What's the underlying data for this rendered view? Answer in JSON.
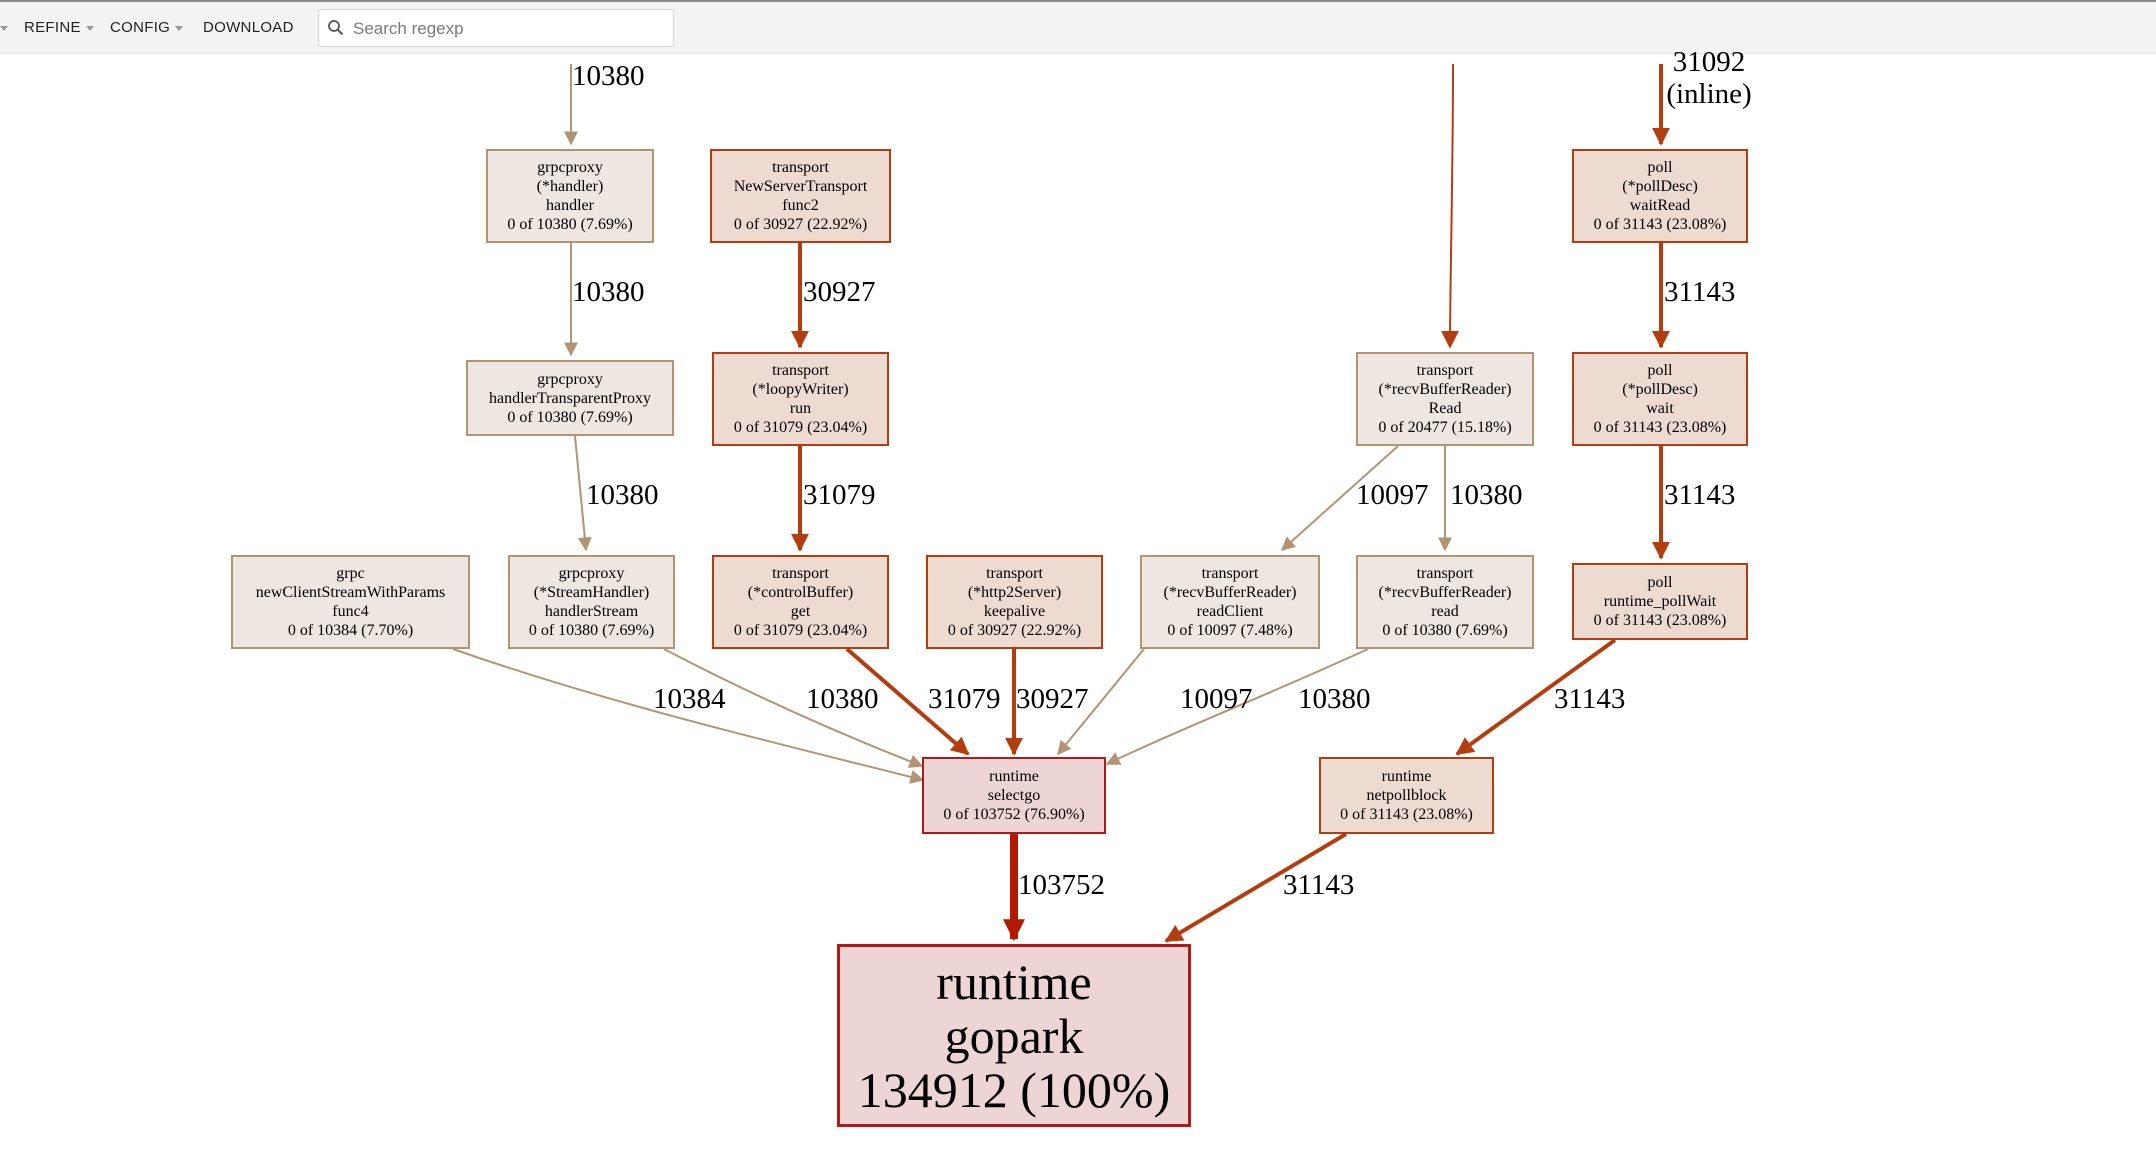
{
  "toolbar": {
    "refine_label": "REFINE",
    "config_label": "CONFIG",
    "download_label": "DOWNLOAD",
    "search_placeholder": "Search regexp"
  },
  "colors": {
    "tan_edge": "#b29472",
    "orange_edge": "#b43d10",
    "red_edge": "#b21a00",
    "light_node_fill": "#ede6e1",
    "light_node_border": "#b29472",
    "orange_node_fill": "#eddad1",
    "orange_node_border": "#b43d10",
    "root_node_fill": "#edd5d5",
    "root_node_border": "#b21a1a"
  },
  "nodes": [
    {
      "id": "grpcproxy_handler",
      "lines": [
        "grpcproxy",
        "(*handler)",
        "handler",
        "0 of 10380 (7.69%)"
      ],
      "tone": "light"
    },
    {
      "id": "transport_newservertransport_func2",
      "lines": [
        "transport",
        "NewServerTransport",
        "func2",
        "0 of 30927 (22.92%)"
      ],
      "tone": "orange"
    },
    {
      "id": "poll_waitread",
      "lines": [
        "poll",
        "(*pollDesc)",
        "waitRead",
        "0 of 31143 (23.08%)"
      ],
      "tone": "orange"
    },
    {
      "id": "grpcproxy_handlertransparentproxy",
      "lines": [
        "grpcproxy",
        "handlerTransparentProxy",
        "0 of 10380 (7.69%)"
      ],
      "tone": "light"
    },
    {
      "id": "transport_loopywriter_run",
      "lines": [
        "transport",
        "(*loopyWriter)",
        "run",
        "0 of 31079 (23.04%)"
      ],
      "tone": "orange"
    },
    {
      "id": "transport_recvbufferreader_read_upper",
      "lines": [
        "transport",
        "(*recvBufferReader)",
        "Read",
        "0 of 20477 (15.18%)"
      ],
      "tone": "light"
    },
    {
      "id": "poll_wait",
      "lines": [
        "poll",
        "(*pollDesc)",
        "wait",
        "0 of 31143 (23.08%)"
      ],
      "tone": "orange"
    },
    {
      "id": "grpc_newclientstreamwithparams_func4",
      "lines": [
        "grpc",
        "newClientStreamWithParams",
        "func4",
        "0 of 10384 (7.70%)"
      ],
      "tone": "light"
    },
    {
      "id": "grpcproxy_handlerstream",
      "lines": [
        "grpcproxy",
        "(*StreamHandler)",
        "handlerStream",
        "0 of 10380 (7.69%)"
      ],
      "tone": "light"
    },
    {
      "id": "transport_controlbuffer_get",
      "lines": [
        "transport",
        "(*controlBuffer)",
        "get",
        "0 of 31079 (23.04%)"
      ],
      "tone": "orange"
    },
    {
      "id": "transport_http2server_keepalive",
      "lines": [
        "transport",
        "(*http2Server)",
        "keepalive",
        "0 of 30927 (22.92%)"
      ],
      "tone": "orange"
    },
    {
      "id": "transport_recvbufferreader_readclient",
      "lines": [
        "transport",
        "(*recvBufferReader)",
        "readClient",
        "0 of 10097 (7.48%)"
      ],
      "tone": "light"
    },
    {
      "id": "transport_recvbufferreader_read_lower",
      "lines": [
        "transport",
        "(*recvBufferReader)",
        "read",
        "0 of 10380 (7.69%)"
      ],
      "tone": "light"
    },
    {
      "id": "poll_runtime_pollwait",
      "lines": [
        "poll",
        "runtime_pollWait",
        "0 of 31143 (23.08%)"
      ],
      "tone": "orange"
    },
    {
      "id": "runtime_selectgo",
      "lines": [
        "runtime",
        "selectgo",
        "0 of 103752 (76.90%)"
      ],
      "tone": "root"
    },
    {
      "id": "runtime_netpollblock",
      "lines": [
        "runtime",
        "netpollblock",
        "0 of 31143 (23.08%)"
      ],
      "tone": "orange"
    },
    {
      "id": "runtime_gopark",
      "lines": [
        "runtime",
        "gopark",
        "134912 (100%)"
      ],
      "tone": "root"
    }
  ],
  "edges": [
    {
      "id": "e_into_grpcproxy_handler",
      "label": "10380",
      "tone": "tan"
    },
    {
      "id": "e_into_poll_waitread",
      "label": "31092 (inline)",
      "tone": "orange"
    },
    {
      "id": "e_into_recvbufferreader_read_upper",
      "label": "",
      "tone": "orange"
    },
    {
      "id": "e_handler_to_transparentproxy",
      "label": "10380",
      "tone": "tan"
    },
    {
      "id": "e_func2_to_loopywriter",
      "label": "30927",
      "tone": "orange"
    },
    {
      "id": "e_waitread_to_wait",
      "label": "31143",
      "tone": "orange"
    },
    {
      "id": "e_transparentproxy_to_handlerstream",
      "label": "10380",
      "tone": "tan"
    },
    {
      "id": "e_loopywriter_to_controlbuffer",
      "label": "31079",
      "tone": "orange"
    },
    {
      "id": "e_readupper_to_readclient",
      "label": "10097",
      "tone": "tan"
    },
    {
      "id": "e_readupper_to_readlower",
      "label": "10380",
      "tone": "tan"
    },
    {
      "id": "e_wait_to_runtime_pollwait",
      "label": "31143",
      "tone": "orange"
    },
    {
      "id": "e_newclientstream_to_selectgo",
      "label": "10384",
      "tone": "tan"
    },
    {
      "id": "e_handlerstream_to_selectgo",
      "label": "10380",
      "tone": "tan"
    },
    {
      "id": "e_controlbuffer_to_selectgo",
      "label": "31079",
      "tone": "orange"
    },
    {
      "id": "e_keepalive_to_selectgo",
      "label": "30927",
      "tone": "orange"
    },
    {
      "id": "e_readclient_to_selectgo",
      "label": "10097",
      "tone": "tan"
    },
    {
      "id": "e_readlower_to_selectgo",
      "label": "10380",
      "tone": "tan"
    },
    {
      "id": "e_pollwait_to_netpollblock",
      "label": "31143",
      "tone": "orange"
    },
    {
      "id": "e_selectgo_to_gopark",
      "label": "103752",
      "tone": "red"
    },
    {
      "id": "e_netpollblock_to_gopark",
      "label": "31143",
      "tone": "orange"
    }
  ]
}
